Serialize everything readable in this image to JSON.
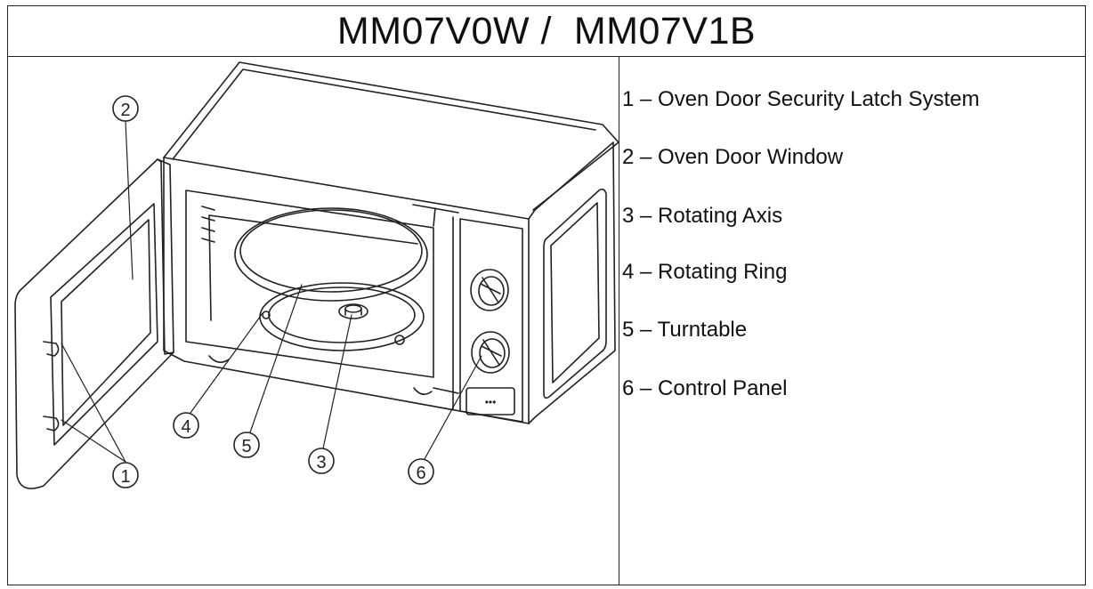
{
  "title": "MM07V0W /  MM07V1B",
  "callouts": [
    "1",
    "2",
    "3",
    "4",
    "5",
    "6"
  ],
  "legend": {
    "items": [
      {
        "number": "1",
        "label": "1 – Oven Door Security Latch System"
      },
      {
        "number": "2",
        "label": "2 – Oven Door Window"
      },
      {
        "number": "3",
        "label": "3 – Rotating Axis"
      },
      {
        "number": "4",
        "label": "4 – Rotating Ring"
      },
      {
        "number": "5",
        "label": "5 – Turntable"
      },
      {
        "number": "6",
        "label": "6 – Control Panel"
      }
    ]
  },
  "display_glyph": "•••"
}
